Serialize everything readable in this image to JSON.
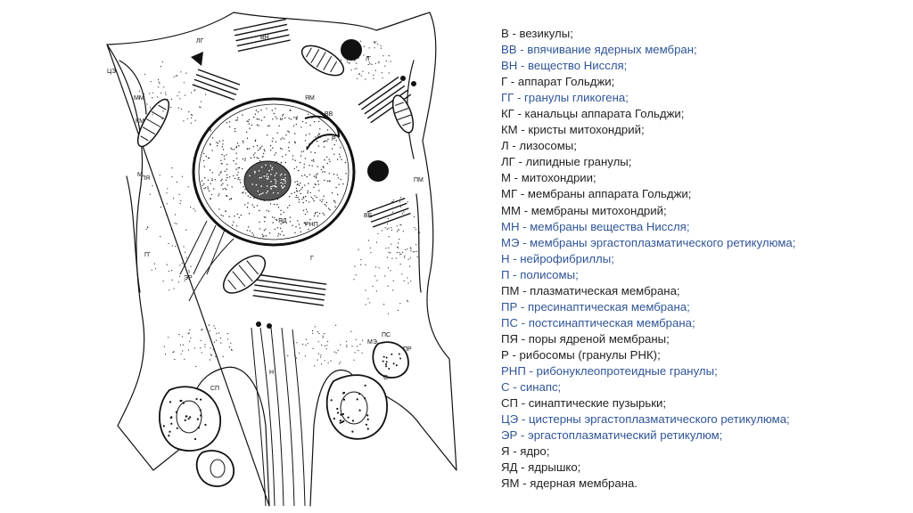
{
  "colors": {
    "dark": "#231f20",
    "blue": "#2f5597",
    "ink": "#111111"
  },
  "diagram": {
    "labels": [
      "ЛГ",
      "ВН",
      "Л",
      "ЦЭ",
      "ММ",
      "КМ",
      "М",
      "Я",
      "ЯМ",
      "ВВ",
      "Р",
      "ЯД",
      "ПЯ",
      "П",
      "ПМ",
      "ВЕ",
      "РНП",
      "Г",
      "ЭР",
      "ПС",
      "ПР",
      "МЭ",
      "Н",
      "СП",
      "С"
    ]
  },
  "legend": [
    {
      "text": "В - везикулы;",
      "color": "dark"
    },
    {
      "text": "ВВ - впячивание ядерных мембран;",
      "color": "blue"
    },
    {
      "text": "ВН - вещество Ниссля;",
      "color": "blue"
    },
    {
      "text": "Г - аппарат Гольджи;",
      "color": "dark"
    },
    {
      "text": "ГГ - гранулы гликогена;",
      "color": "blue"
    },
    {
      "text": "КГ - канальцы аппарата Гольджи;",
      "color": "dark"
    },
    {
      "text": "КМ - кристы митохондрий;",
      "color": "dark"
    },
    {
      "text": "Л - лизосомы;",
      "color": "dark"
    },
    {
      "text": "ЛГ - липидные гранулы;",
      "color": "dark"
    },
    {
      "text": "М - митохондрии;",
      "color": "dark"
    },
    {
      "text": "МГ - мембраны аппарата Гольджи;",
      "color": "dark"
    },
    {
      "text": "ММ - мембраны митохондрий;",
      "color": "dark"
    },
    {
      "text": "МН - мембраны вещества Ниссля;",
      "color": "blue"
    },
    {
      "text": "МЭ - мембраны эргастоплазматического ретикулюма;",
      "color": "blue"
    },
    {
      "text": "Н - нейрофибриллы;",
      "color": "blue"
    },
    {
      "text": "П - полисомы;",
      "color": "blue"
    },
    {
      "text": "ПМ - плазматическая мембрана;",
      "color": "dark"
    },
    {
      "text": "ПР - пресинаптическая мембрана;",
      "color": "blue"
    },
    {
      "text": "ПС - постсинаптическая мембрана;",
      "color": "blue"
    },
    {
      "text": "ПЯ - поры ядреной мембраны;",
      "color": "dark"
    },
    {
      "text": "Р - рибосомы (гранулы РНК);",
      "color": "dark"
    },
    {
      "text": "РНП - рибонуклеопротеидные гранулы;",
      "color": "blue"
    },
    {
      "text": "С - синапс;",
      "color": "blue"
    },
    {
      "text": "СП - синаптические пузырьки;",
      "color": "dark"
    },
    {
      "text": "ЦЭ - цистерны эргастоплазматического ретикулюма;",
      "color": "blue"
    },
    {
      "text": "ЭР - эргастоплазматический ретикулюм;",
      "color": "blue"
    },
    {
      "text": "Я - ядро;",
      "color": "dark"
    },
    {
      "text": "ЯД - ядрышко;",
      "color": "dark"
    },
    {
      "text": "ЯМ - ядерная мембрана.",
      "color": "dark"
    }
  ]
}
